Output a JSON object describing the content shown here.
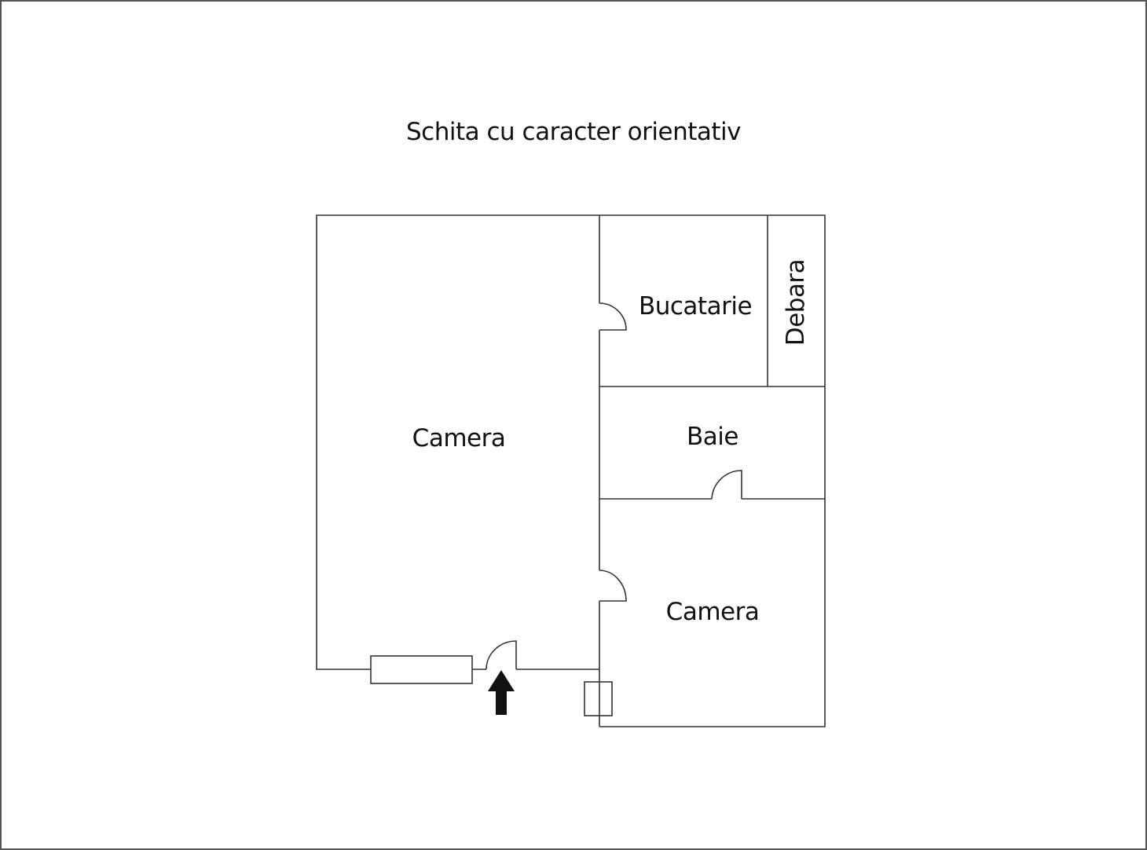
{
  "title": "Schita cu caracter orientativ",
  "rooms": [
    {
      "id": "camera-left",
      "label": "Camera"
    },
    {
      "id": "bucatarie",
      "label": "Bucatarie"
    },
    {
      "id": "debara",
      "label": "Debara"
    },
    {
      "id": "baie",
      "label": "Baie"
    },
    {
      "id": "camera-right",
      "label": "Camera"
    }
  ],
  "symbols": {
    "entrance": "entrance-arrow-icon",
    "door": "door-swing-icon",
    "window": "window-icon",
    "radiator": "radiator-icon"
  },
  "colors": {
    "line": "#333333",
    "border": "#555555",
    "text": "#111111",
    "background": "#ffffff"
  }
}
